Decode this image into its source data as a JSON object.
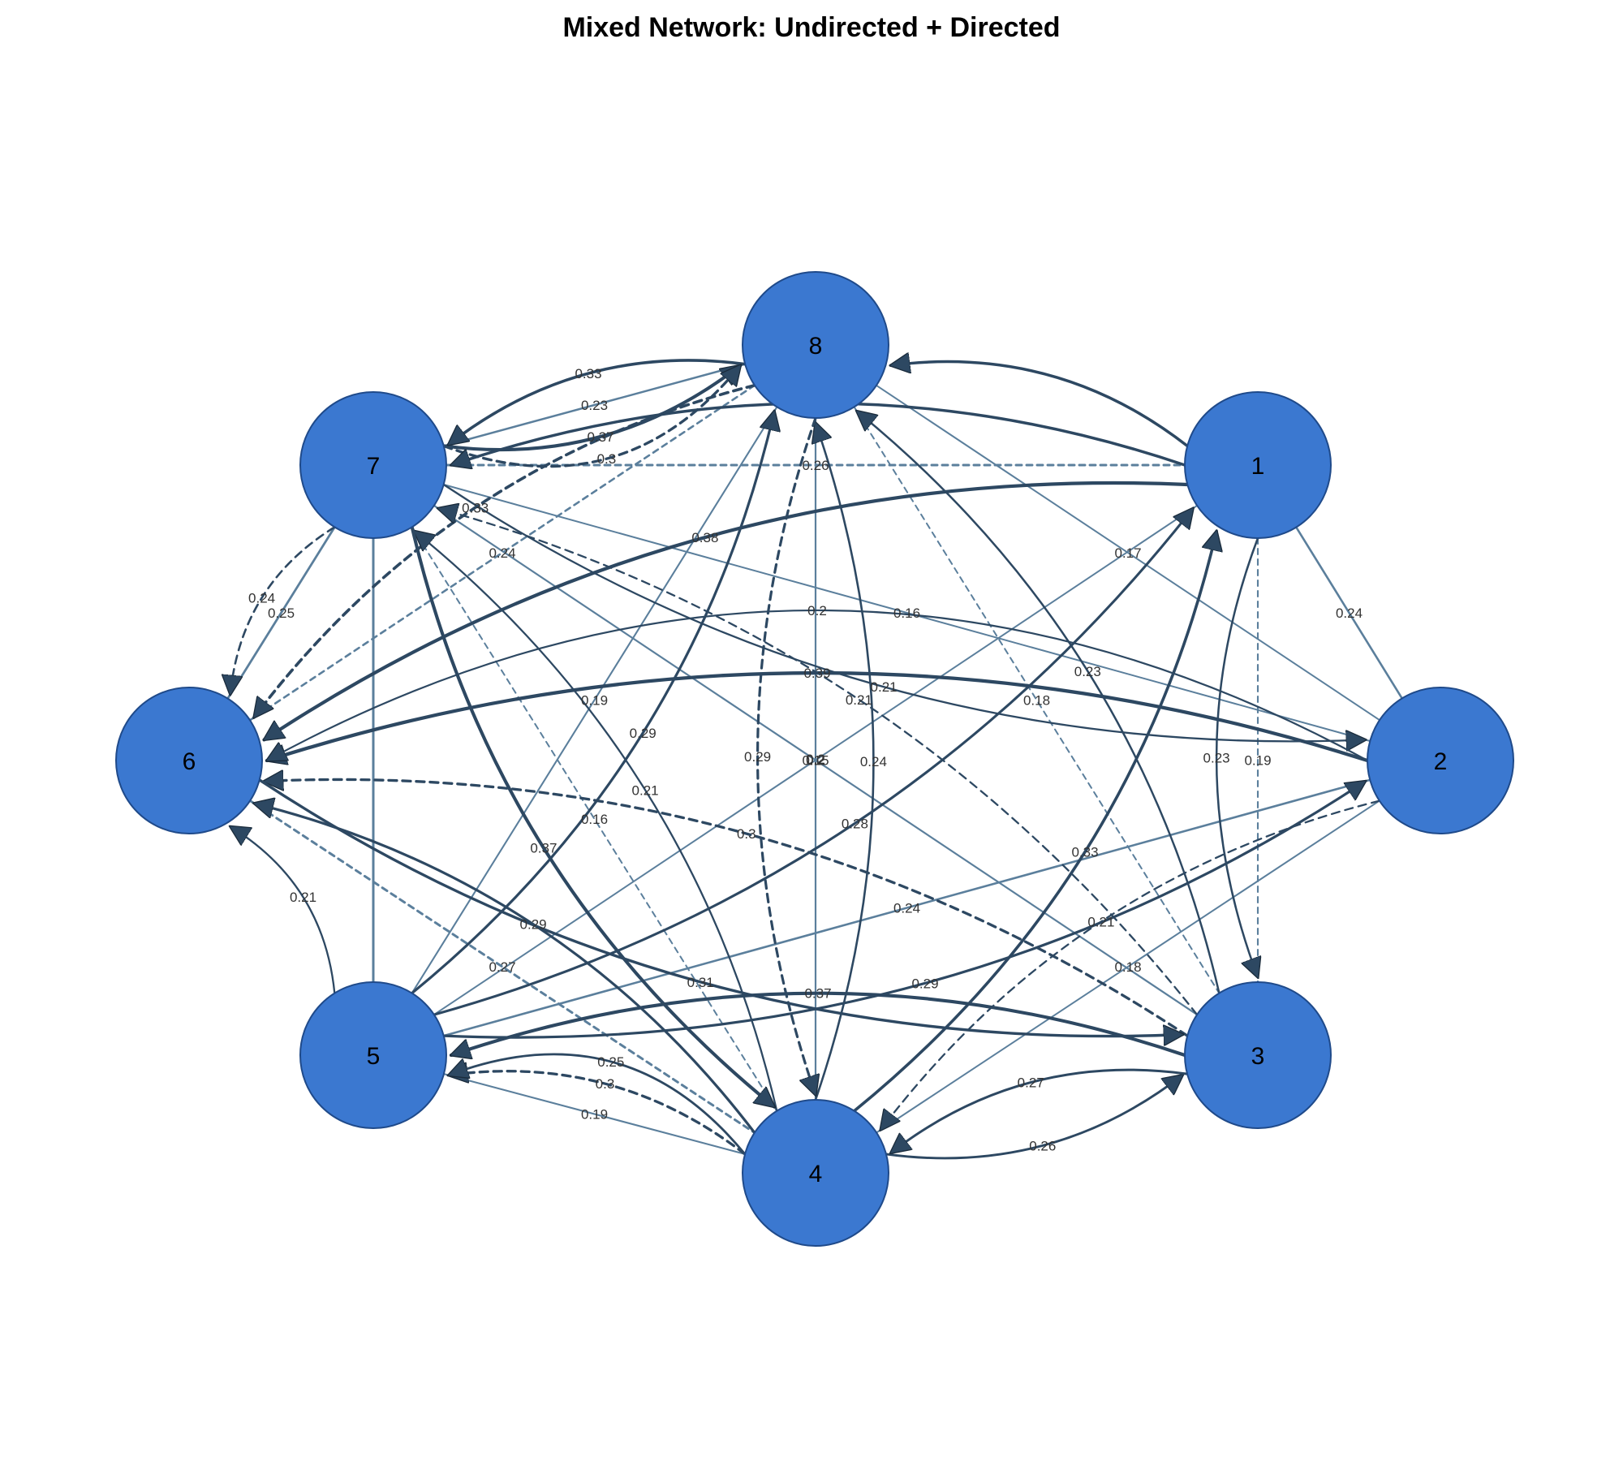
{
  "title": "Mixed Network: Undirected + Directed",
  "colors": {
    "node_fill": "#3b78d0",
    "node_stroke": "#1f4a8a",
    "undirected_edge": "#5b7f9c",
    "directed_edge": "#2d4862",
    "label_text": "#333333"
  },
  "nodes": [
    {
      "id": "1",
      "label": "1"
    },
    {
      "id": "2",
      "label": "2"
    },
    {
      "id": "3",
      "label": "3"
    },
    {
      "id": "4",
      "label": "4"
    },
    {
      "id": "5",
      "label": "5"
    },
    {
      "id": "6",
      "label": "6"
    },
    {
      "id": "7",
      "label": "7"
    },
    {
      "id": "8",
      "label": "8"
    }
  ],
  "undirected_edges": [
    {
      "source": "7",
      "target": "8",
      "weight": "0.23"
    },
    {
      "source": "7",
      "target": "1",
      "weight": "0.26"
    },
    {
      "source": "8",
      "target": "2",
      "weight": "0.17"
    },
    {
      "source": "1",
      "target": "2",
      "weight": "0.24"
    },
    {
      "source": "1",
      "target": "3",
      "weight": "0.19"
    },
    {
      "source": "7",
      "target": "2",
      "weight": "0.16"
    },
    {
      "source": "7",
      "target": "6",
      "weight": "0.25"
    },
    {
      "source": "8",
      "target": "6",
      "weight": "0.24"
    },
    {
      "source": "7",
      "target": "3",
      "weight": "0.2"
    },
    {
      "source": "8",
      "target": "4",
      "weight": "0.2"
    },
    {
      "source": "8",
      "target": "3",
      "weight": "0.18"
    },
    {
      "source": "8",
      "target": "5",
      "weight": "0.19"
    },
    {
      "source": "1",
      "target": "5",
      "weight": "0.15"
    },
    {
      "source": "7",
      "target": "4",
      "weight": "0.16"
    },
    {
      "source": "2",
      "target": "5",
      "weight": "0.24"
    },
    {
      "source": "2",
      "target": "4",
      "weight": "0.18"
    },
    {
      "source": "6",
      "target": "4",
      "weight": "0.27"
    },
    {
      "source": "5",
      "target": "4",
      "weight": "0.19"
    },
    {
      "source": "7",
      "target": "5",
      "weight": ""
    }
  ],
  "directed_edges": [
    {
      "source": "7",
      "target": "8",
      "weight": "0.37"
    },
    {
      "source": "8",
      "target": "7",
      "weight": "0.33"
    },
    {
      "source": "7",
      "target": "8",
      "weight": "0.3"
    },
    {
      "source": "1",
      "target": "8",
      "weight": ""
    },
    {
      "source": "1",
      "target": "7",
      "weight": ""
    },
    {
      "source": "1",
      "target": "6",
      "weight": "0.38"
    },
    {
      "source": "8",
      "target": "6",
      "weight": "0.33"
    },
    {
      "source": "7",
      "target": "2",
      "weight": "0.21"
    },
    {
      "source": "2",
      "target": "6",
      "weight": "0.39"
    },
    {
      "source": "1",
      "target": "3",
      "weight": "0.23"
    },
    {
      "source": "7",
      "target": "6",
      "weight": "0.24"
    },
    {
      "source": "5",
      "target": "6",
      "weight": "0.21"
    },
    {
      "source": "5",
      "target": "8",
      "weight": "0.29"
    },
    {
      "source": "5",
      "target": "1",
      "weight": "0.28"
    },
    {
      "source": "3",
      "target": "7",
      "weight": "0.21"
    },
    {
      "source": "4",
      "target": "7",
      "weight": "0.21"
    },
    {
      "source": "7",
      "target": "4",
      "weight": "0.37"
    },
    {
      "source": "4",
      "target": "8",
      "weight": "0.24"
    },
    {
      "source": "8",
      "target": "4",
      "weight": "0.29"
    },
    {
      "source": "3",
      "target": "8",
      "weight": "0.23"
    },
    {
      "source": "4",
      "target": "1",
      "weight": "0.33"
    },
    {
      "source": "5",
      "target": "2",
      "weight": "0.29"
    },
    {
      "source": "3",
      "target": "6",
      "weight": "0.3"
    },
    {
      "source": "4",
      "target": "6",
      "weight": "0.29"
    },
    {
      "source": "3",
      "target": "5",
      "weight": "0.37"
    },
    {
      "source": "6",
      "target": "3",
      "weight": "0.31"
    },
    {
      "source": "4",
      "target": "5",
      "weight": "0.3"
    },
    {
      "source": "4",
      "target": "5",
      "weight": "0.25"
    },
    {
      "source": "4",
      "target": "3",
      "weight": "0.26"
    },
    {
      "source": "3",
      "target": "4",
      "weight": "0.27"
    },
    {
      "source": "2",
      "target": "4",
      "weight": "0.21"
    },
    {
      "source": "2",
      "target": "6",
      "weight": "0.2"
    }
  ]
}
